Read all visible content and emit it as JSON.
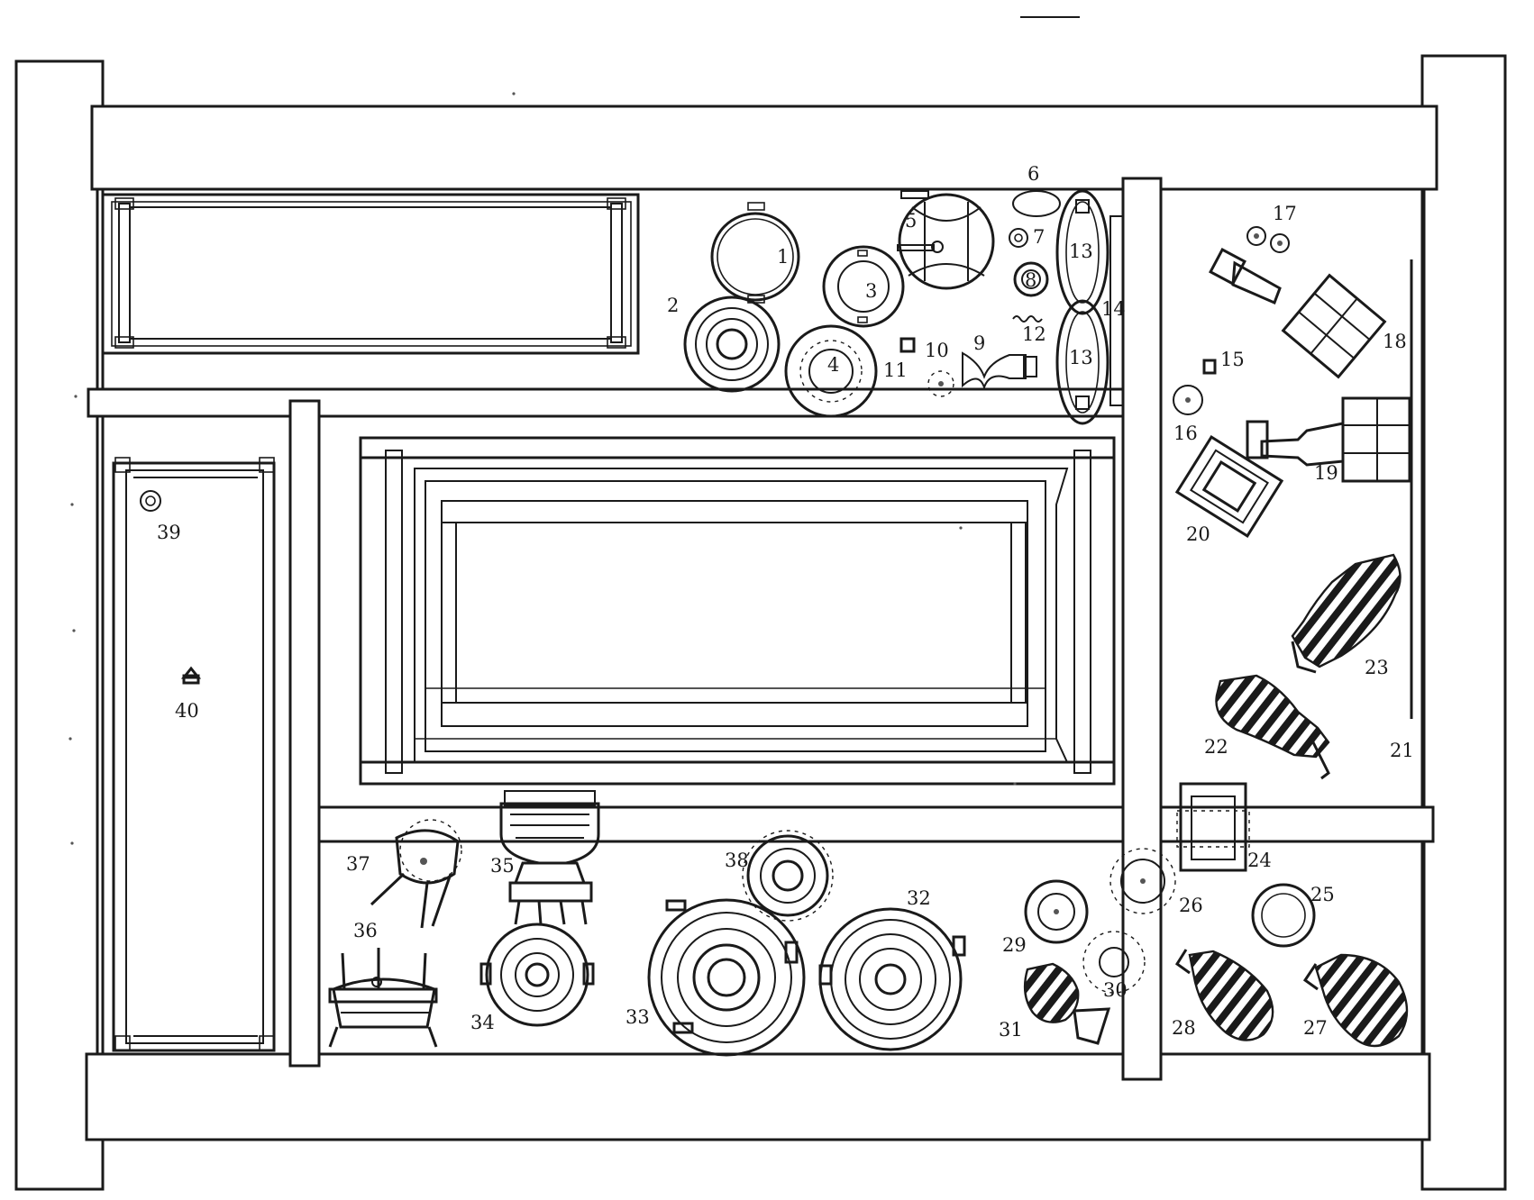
{
  "labels": {
    "n1": "1",
    "n2": "2",
    "n3": "3",
    "n4": "4",
    "n5": "5",
    "n6": "6",
    "n7": "7",
    "n8": "8",
    "n9": "9",
    "n10": "10",
    "n11": "11",
    "n12": "12",
    "n13a": "13",
    "n13b": "13",
    "n14": "14",
    "n15": "15",
    "n16": "16",
    "n17": "17",
    "n18": "18",
    "n19": "19",
    "n20": "20",
    "n21": "21",
    "n22": "22",
    "n23": "23",
    "n24": "24",
    "n25": "25",
    "n26": "26",
    "n27": "27",
    "n28": "28",
    "n29": "29",
    "n30": "30",
    "n31": "31",
    "n32": "32",
    "n33": "33",
    "n34": "34",
    "n35": "35",
    "n36": "36",
    "n37": "37",
    "n38": "38",
    "n39": "39",
    "n40": "40"
  }
}
